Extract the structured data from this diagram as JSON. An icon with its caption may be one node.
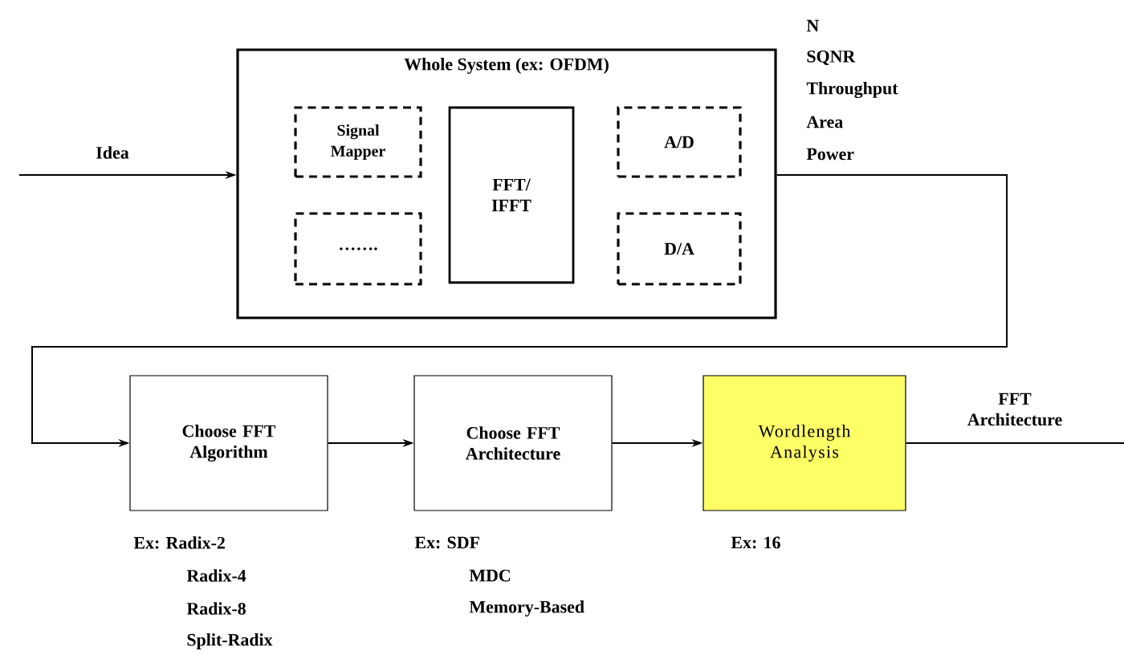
{
  "diagram": {
    "nodes": [
      {
        "text": [
          "Whole System (ex: OFDM)"
        ]
      },
      {
        "text": [
          "Signal Mapper"
        ],
        "in": 0
      },
      {
        "text": [
          "FFT/ IFFT"
        ],
        "in": 0
      },
      {
        "text": [
          "A/D"
        ],
        "in": 0
      },
      {
        "text": [
          "……."
        ],
        "in": 0
      },
      {
        "text": [
          "D/A"
        ],
        "in": 0
      },
      {
        "text": [
          "Choose FFT Algorithm"
        ],
        "beside": [
          "Ex: Radix-2",
          "Radix-4",
          "Radix-8",
          "Split-Radix"
        ]
      },
      {
        "text": [
          "Choose FFT Architecture"
        ],
        "beside": [
          "Ex: SDF",
          "MDC",
          "Memory-Based"
        ]
      },
      {
        "text": [
          "Wordlength Analysis"
        ],
        "beside": [
          "Ex: 16"
        ]
      }
    ],
    "edges": [
      {
        "from": null,
        "to": 0,
        "arrow": "to",
        "label": "Idea"
      },
      {
        "from": 0,
        "to": 6,
        "arrow": "to"
      },
      {
        "from": 6,
        "to": 7,
        "arrow": "to"
      },
      {
        "from": 7,
        "to": 8,
        "arrow": "to"
      },
      {
        "from": 8,
        "to": null,
        "arrow": "none",
        "label": "FFT Architecture"
      }
    ],
    "labels": [
      "N",
      "SQNR",
      "Throughput",
      "Area",
      "Power"
    ]
  }
}
